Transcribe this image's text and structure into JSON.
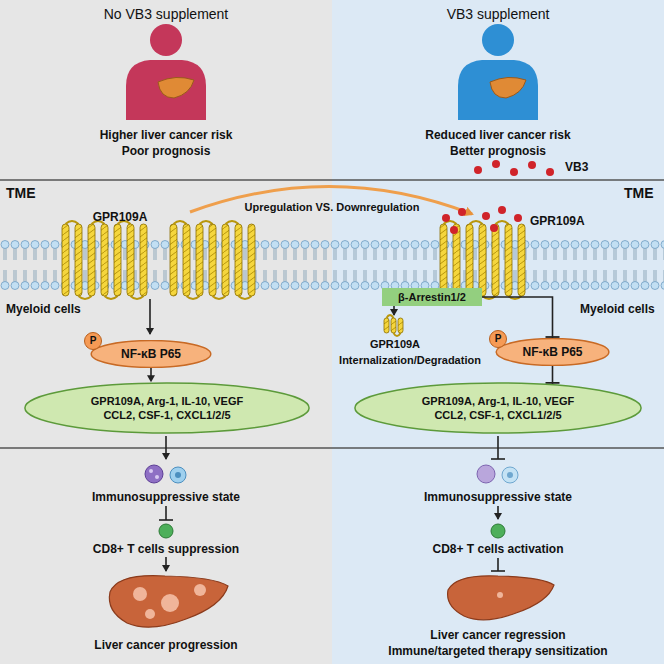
{
  "diagram": {
    "nodes": [
      {
        "text": [
          "No VB3 supplement"
        ]
      },
      {
        "text": [
          "P",
          "NF-κB P65"
        ],
        "in": 0
      },
      {
        "text": [
          "GPR109A, Arg-1, IL-10, VEGF",
          "CCL2, CSF-1, CXCL1/2/5"
        ],
        "in": 0
      },
      {
        "text": [
          "VB3 supplement"
        ]
      },
      {
        "text": [
          "β-Arrestin1/2"
        ],
        "in": 3
      },
      {
        "text": [
          "P",
          "NF-κB P65"
        ],
        "in": 3
      },
      {
        "text": [
          "GPR109A, Arg-1, IL-10, VEGF",
          "CCL2, CSF-1, CXCL1/2/5"
        ],
        "in": 3
      }
    ],
    "edges": [
      {
        "from": 1,
        "to": 2,
        "arrow": "to"
      },
      {
        "from": 4,
        "to": 5,
        "arrow": "none"
      },
      {
        "from": 5,
        "to": 6,
        "arrow": "none"
      }
    ],
    "labels": [
      "Higher liver cancer risk",
      "Poor prognosis",
      "TME",
      "Upregulation VS. Downregulation",
      "GPR109A",
      "Myeloid cells",
      "Immunosuppressive state",
      "CD8+ T cells suppression",
      "Liver cancer progression",
      "Reduced liver cancer risk",
      "Better prognosis",
      "TME",
      "VB3",
      "GPR109A",
      "Myeloid cells",
      "GPR109A",
      "Internalization/Degradation",
      "Immunosuppressive state",
      "CD8+ T cells activation",
      "Liver cancer regression",
      "Immune/targeted therapy sensitization"
    ]
  }
}
